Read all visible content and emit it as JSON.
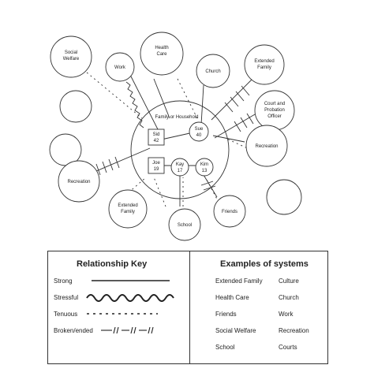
{
  "diagram": {
    "household_label": "Family or Household",
    "systems": {
      "social_welfare": [
        "Social",
        "Welfare"
      ],
      "work": "Work",
      "health_care": [
        "Health",
        "Care"
      ],
      "church": "Church",
      "extended_family": [
        "Extended",
        "Family"
      ],
      "court": [
        "Court and",
        "Probation",
        "Officer"
      ],
      "recreation_right": "Recreation",
      "recreation_left": "Recreation",
      "extended_family_bottom": [
        "Extended",
        "Family"
      ],
      "school": "School",
      "friends": "Friends"
    },
    "members": {
      "sid": [
        "Sid",
        "42"
      ],
      "sue": [
        "Sue",
        "40"
      ],
      "joe": [
        "Joe",
        "19"
      ],
      "kay": [
        "Kay",
        "17"
      ],
      "kim": [
        "Kim",
        "13"
      ]
    }
  },
  "key": {
    "title": "Relationship Key",
    "strong": "Strong",
    "stressful": "Stressful",
    "tenuous": "Tenuous",
    "broken": "Broken/ended"
  },
  "examples": {
    "title": "Examples of systems",
    "items": [
      "Extended Family",
      "Culture",
      "Health Care",
      "Church",
      "Friends",
      "Work",
      "Social Welfare",
      "Recreation",
      "School",
      "Courts"
    ]
  }
}
